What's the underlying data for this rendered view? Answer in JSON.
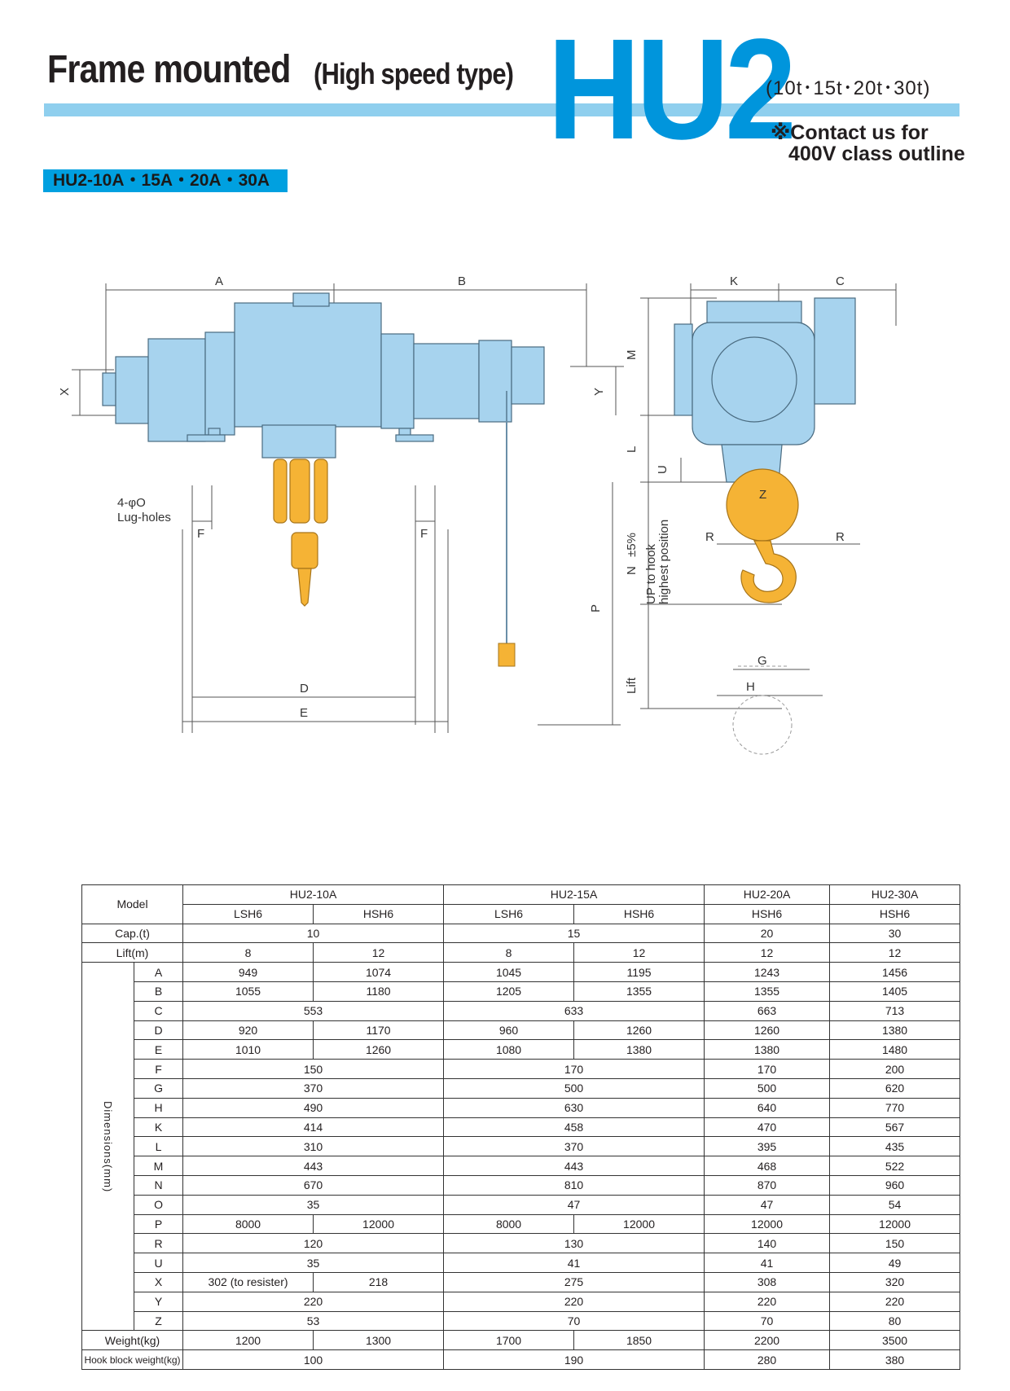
{
  "header": {
    "title_main": "Frame mounted",
    "title_sub": "(High speed type)",
    "model_big": "HU2",
    "capacities": "(10t･15t･20t･30t)",
    "contact_line1": "※Contact us for",
    "contact_line2": "400V class outline",
    "model_badge": "HU2-10A・15A・20A・30A"
  },
  "colors": {
    "accent_blue": "#0095dc",
    "rule_blue": "#8fcfee",
    "badge_blue": "#00a0e0",
    "hoist_body": "#a7d3ee",
    "hook_orange": "#f5b335"
  },
  "drawing": {
    "labels": {
      "A": "A",
      "B": "B",
      "C": "C",
      "K": "K",
      "X": "X",
      "Y": "Y",
      "M": "M",
      "L": "L",
      "U": "U",
      "F": "F",
      "D": "D",
      "E": "E",
      "P": "P",
      "N": "N",
      "R": "R",
      "Z": "Z",
      "G": "G",
      "H": "H",
      "lug_line1": "4-φO",
      "lug_line2": "Lug-holes",
      "tolerance": "±5%",
      "up_line1": "UP to hook",
      "up_line2": "highest position",
      "lift": "Lift"
    }
  },
  "table": {
    "model_label": "Model",
    "models": [
      "HU2-10A",
      "HU2-15A",
      "HU2-20A",
      "HU2-30A"
    ],
    "variants": [
      "LSH6",
      "HSH6",
      "LSH6",
      "HSH6",
      "HSH6",
      "HSH6"
    ],
    "cap_label": "Cap.(t)",
    "cap": [
      "10",
      "15",
      "20",
      "30"
    ],
    "lift_label": "Lift(m)",
    "lift": [
      "8",
      "12",
      "8",
      "12",
      "12",
      "12"
    ],
    "dim_group_label": "Dimensions(mm)",
    "dims": {
      "A": [
        "949",
        "1074",
        "1045",
        "1195",
        "1243",
        "1456"
      ],
      "B": [
        "1055",
        "1180",
        "1205",
        "1355",
        "1355",
        "1405"
      ],
      "C": [
        "553",
        "633",
        "663",
        "713"
      ],
      "D": [
        "920",
        "1170",
        "960",
        "1260",
        "1260",
        "1380"
      ],
      "E": [
        "1010",
        "1260",
        "1080",
        "1380",
        "1380",
        "1480"
      ],
      "F": [
        "150",
        "170",
        "170",
        "200"
      ],
      "G": [
        "370",
        "500",
        "500",
        "620"
      ],
      "H": [
        "490",
        "630",
        "640",
        "770"
      ],
      "K": [
        "414",
        "458",
        "470",
        "567"
      ],
      "L": [
        "310",
        "370",
        "395",
        "435"
      ],
      "M": [
        "443",
        "443",
        "468",
        "522"
      ],
      "N": [
        "670",
        "810",
        "870",
        "960"
      ],
      "O": [
        "35",
        "47",
        "47",
        "54"
      ],
      "P": [
        "8000",
        "12000",
        "8000",
        "12000",
        "12000",
        "12000"
      ],
      "R": [
        "120",
        "130",
        "140",
        "150"
      ],
      "U": [
        "35",
        "41",
        "41",
        "49"
      ],
      "X": [
        "302 (to resister)",
        "218",
        "275",
        "308",
        "320"
      ],
      "Y": [
        "220",
        "220",
        "220",
        "220"
      ],
      "Z": [
        "53",
        "70",
        "70",
        "80"
      ]
    },
    "weight_label": "Weight(kg)",
    "weight": [
      "1200",
      "1300",
      "1700",
      "1850",
      "2200",
      "3500"
    ],
    "hook_label": "Hook block weight(kg)",
    "hook": [
      "100",
      "190",
      "280",
      "380"
    ]
  }
}
